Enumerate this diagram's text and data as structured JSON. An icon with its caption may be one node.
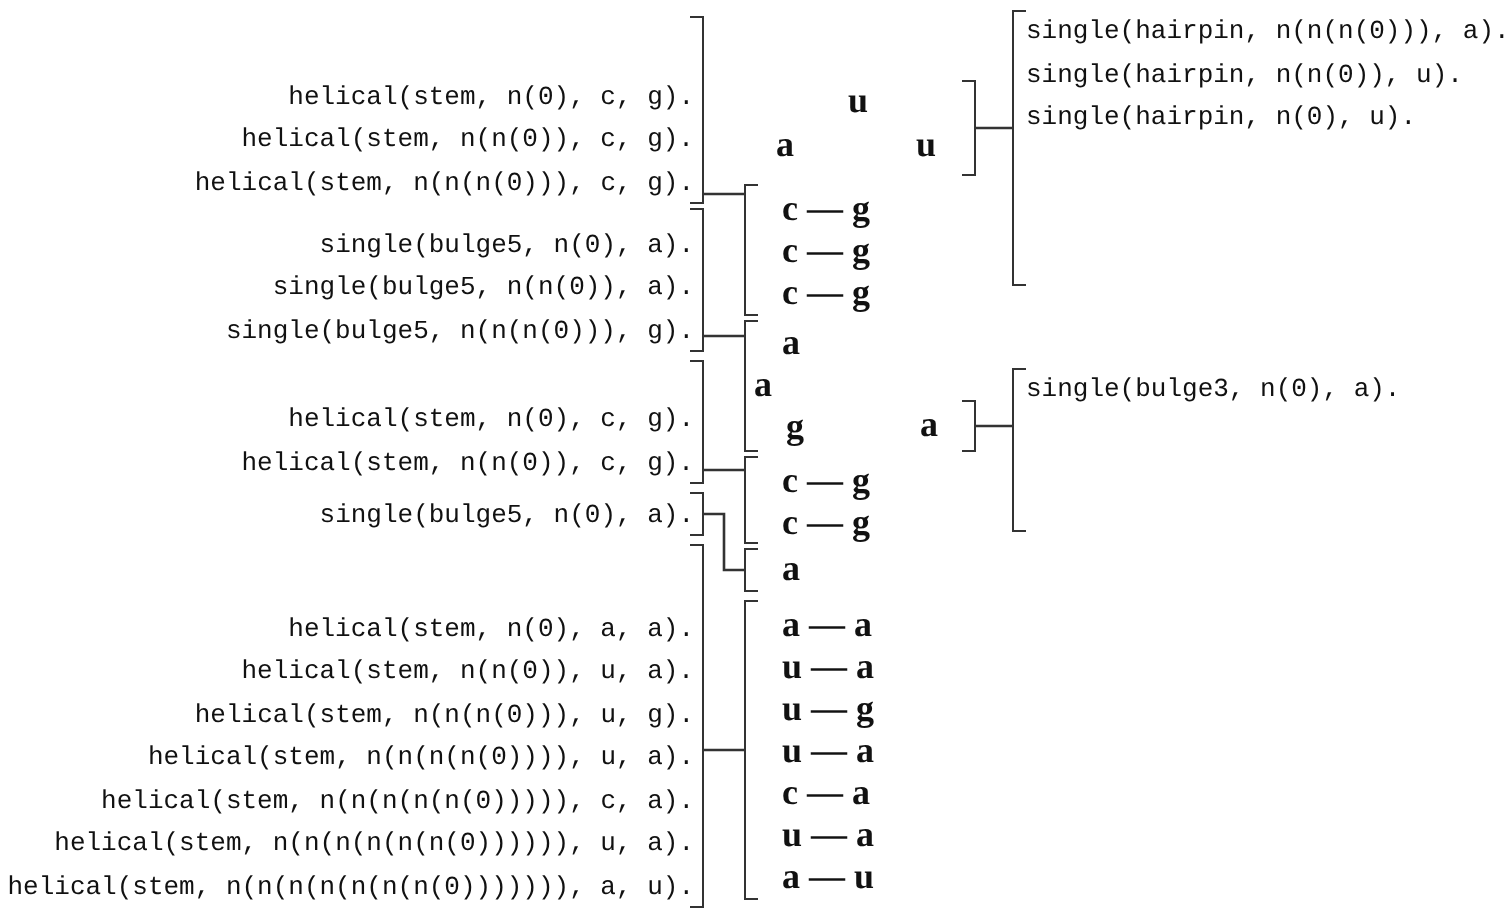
{
  "diagram": {
    "nodes": [
      {
        "text": [
          "u",
          "a",
          "u"
        ]
      },
      {
        "text": [
          "single(hairpin, n(n(n(0))), a).",
          "single(hairpin, n(n(0)), u).",
          "single(hairpin, n(0), u)."
        ]
      },
      {
        "text": [
          "helical(stem, n(0), c, g).",
          "helical(stem, n(n(0)), c, g).",
          "helical(stem, n(n(n(0))), c, g)."
        ]
      },
      {
        "text": [
          "c — g",
          "c — g",
          "c — g"
        ]
      },
      {
        "text": [
          "single(bulge5, n(0), a).",
          "single(bulge5, n(n(0)), a).",
          "single(bulge5, n(n(n(0))), g)."
        ]
      },
      {
        "text": [
          "a",
          "a",
          "g"
        ]
      },
      {
        "text": [
          "a"
        ]
      },
      {
        "text": [
          "single(bulge3, n(0), a)."
        ]
      },
      {
        "text": [
          "helical(stem, n(0), c, g).",
          "helical(stem, n(n(0)), c, g)."
        ]
      },
      {
        "text": [
          "c — g",
          "c — g"
        ]
      },
      {
        "text": [
          "single(bulge5, n(0), a)."
        ]
      },
      {
        "text": [
          "a"
        ]
      },
      {
        "text": [
          "helical(stem, n(0), a, a).",
          "helical(stem, n(n(0)), u, a).",
          "helical(stem, n(n(n(0))), u, g).",
          "helical(stem, n(n(n(n(0)))), u, a).",
          "helical(stem, n(n(n(n(n(0))))), c, a).",
          "helical(stem, n(n(n(n(n(n(0)))))), u, a).",
          "helical(stem, n(n(n(n(n(n(n(0))))))), a, u)."
        ]
      },
      {
        "text": [
          "a — a",
          "u — a",
          "u — g",
          "u — a",
          "c — a",
          "u — a",
          "a — u"
        ]
      }
    ],
    "edges": [
      {
        "from": 1,
        "to": 0,
        "arrow": "none"
      },
      {
        "from": 2,
        "to": 3,
        "arrow": "none"
      },
      {
        "from": 4,
        "to": 5,
        "arrow": "none"
      },
      {
        "from": 7,
        "to": 6,
        "arrow": "none"
      },
      {
        "from": 8,
        "to": 9,
        "arrow": "none"
      },
      {
        "from": 10,
        "to": 11,
        "arrow": "none"
      },
      {
        "from": 12,
        "to": 13,
        "arrow": "none"
      }
    ]
  }
}
